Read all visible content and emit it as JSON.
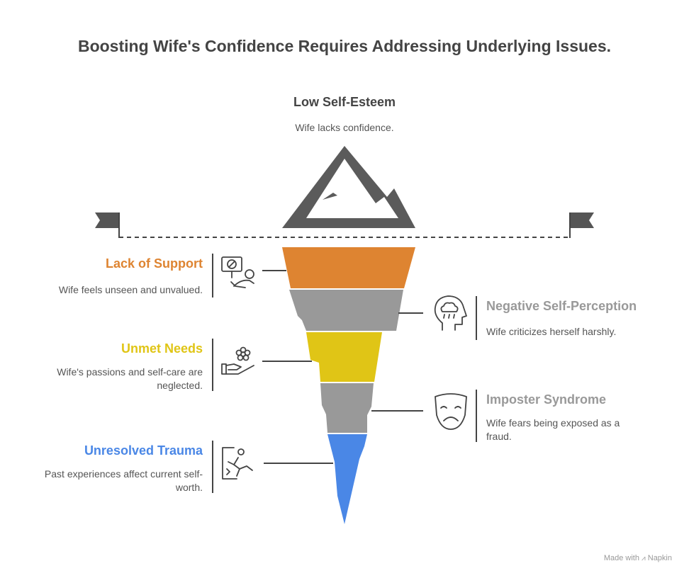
{
  "title": "Boosting Wife's Confidence Requires Addressing Underlying Issues.",
  "tip": {
    "label": "Low Self-Esteem",
    "description": "Wife lacks confidence."
  },
  "layers": [
    {
      "label": "Lack of Support",
      "description": "Wife feels unseen and unvalued.",
      "side": "left",
      "color": "#DE8431",
      "icon": "sign-person-icon"
    },
    {
      "label": "Negative Self-Perception",
      "description": "Wife criticizes herself harshly.",
      "side": "right",
      "color": "#999999",
      "icon": "head-raincloud-icon"
    },
    {
      "label": "Unmet Needs",
      "description": "Wife's passions and self-care are neglected.",
      "side": "left",
      "color": "#E0C516",
      "icon": "hand-flower-icon"
    },
    {
      "label": "Imposter Syndrome",
      "description": "Wife fears being exposed as a fraud.",
      "side": "right",
      "color": "#999999",
      "icon": "sad-mask-icon"
    },
    {
      "label": "Unresolved Trauma",
      "description": "Past experiences affect current self-worth.",
      "side": "left",
      "color": "#4A87E6",
      "icon": "falling-person-icon"
    }
  ],
  "footer": {
    "text": "Made with",
    "brand": "Napkin"
  }
}
